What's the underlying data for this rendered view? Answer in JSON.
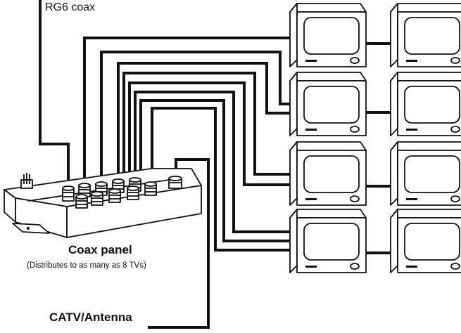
{
  "labels": {
    "cable": "RG6 coax",
    "panel_title": "Coax panel",
    "panel_note": "(Distributes to as many as  8 TVs)",
    "source": "CATV/Antenna"
  },
  "icons": {
    "panel": "coax-distribution-panel",
    "tv": "tv-icon",
    "cable": "coax-cable"
  },
  "tv_count": 8,
  "colors": {
    "line": "#111111",
    "background": "#ffffff"
  }
}
